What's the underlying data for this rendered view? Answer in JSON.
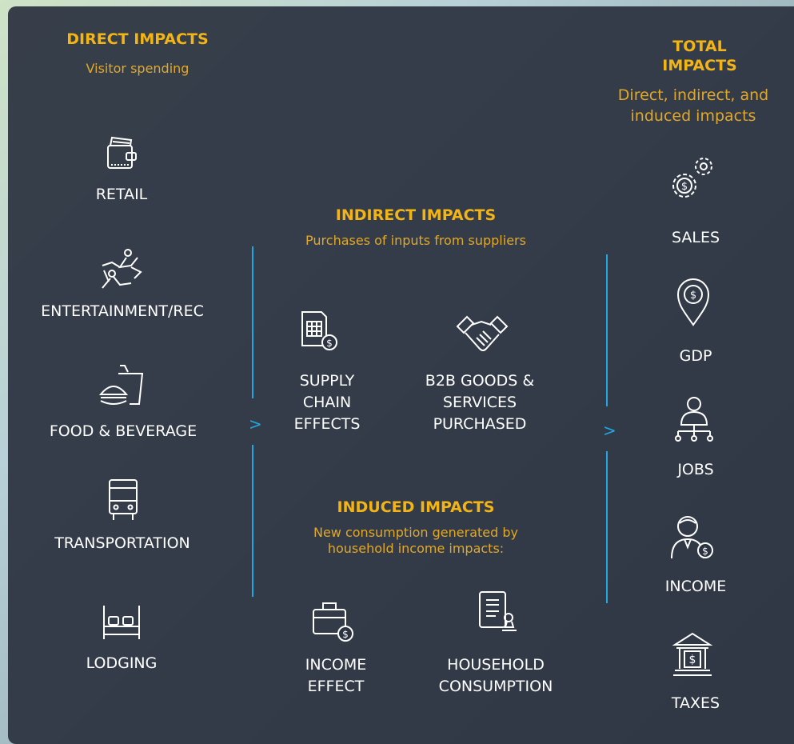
{
  "direct": {
    "heading": "DIRECT IMPACTS",
    "subheading": "Visitor spending",
    "items": [
      {
        "label": "RETAIL",
        "icon": "wallet-icon"
      },
      {
        "label": "ENTERTAINMENT/REC",
        "icon": "performers-icon"
      },
      {
        "label": "FOOD & BEVERAGE",
        "icon": "burger-drink-icon"
      },
      {
        "label": "TRANSPORTATION",
        "icon": "bus-icon"
      },
      {
        "label": "LODGING",
        "icon": "bed-icon"
      }
    ]
  },
  "indirect": {
    "heading": "INDIRECT IMPACTS",
    "subheading": "Purchases of inputs from suppliers",
    "items": [
      {
        "label_lines": [
          "SUPPLY",
          "CHAIN",
          "EFFECTS"
        ],
        "icon": "invoice-coin-icon"
      },
      {
        "label_lines": [
          "B2B GOODS &",
          "SERVICES",
          "PURCHASED"
        ],
        "icon": "handshake-icon"
      }
    ]
  },
  "induced": {
    "heading": "INDUCED IMPACTS",
    "subheading_lines": [
      "New consumption generated by",
      "household income impacts:"
    ],
    "items": [
      {
        "label_lines": [
          "INCOME",
          "EFFECT"
        ],
        "icon": "briefcase-coin-icon"
      },
      {
        "label_lines": [
          "HOUSEHOLD",
          "CONSUMPTION"
        ],
        "icon": "document-stamp-icon"
      }
    ]
  },
  "total": {
    "heading_lines": [
      "TOTAL",
      "IMPACTS"
    ],
    "subheading_lines": [
      "Direct, indirect, and",
      "induced impacts"
    ],
    "items": [
      {
        "label": "SALES",
        "icon": "gears-dollar-icon"
      },
      {
        "label": "GDP",
        "icon": "location-dollar-icon"
      },
      {
        "label": "JOBS",
        "icon": "org-person-icon"
      },
      {
        "label": "INCOME",
        "icon": "person-coin-icon"
      },
      {
        "label": "TAXES",
        "icon": "bank-icon"
      }
    ]
  },
  "connectors": {
    "arrow_symbol": ">"
  },
  "colors": {
    "accent_heading": "#f3b515",
    "accent_sub": "#e2a826",
    "line": "#22a8e0",
    "panel": "#2b3240"
  }
}
